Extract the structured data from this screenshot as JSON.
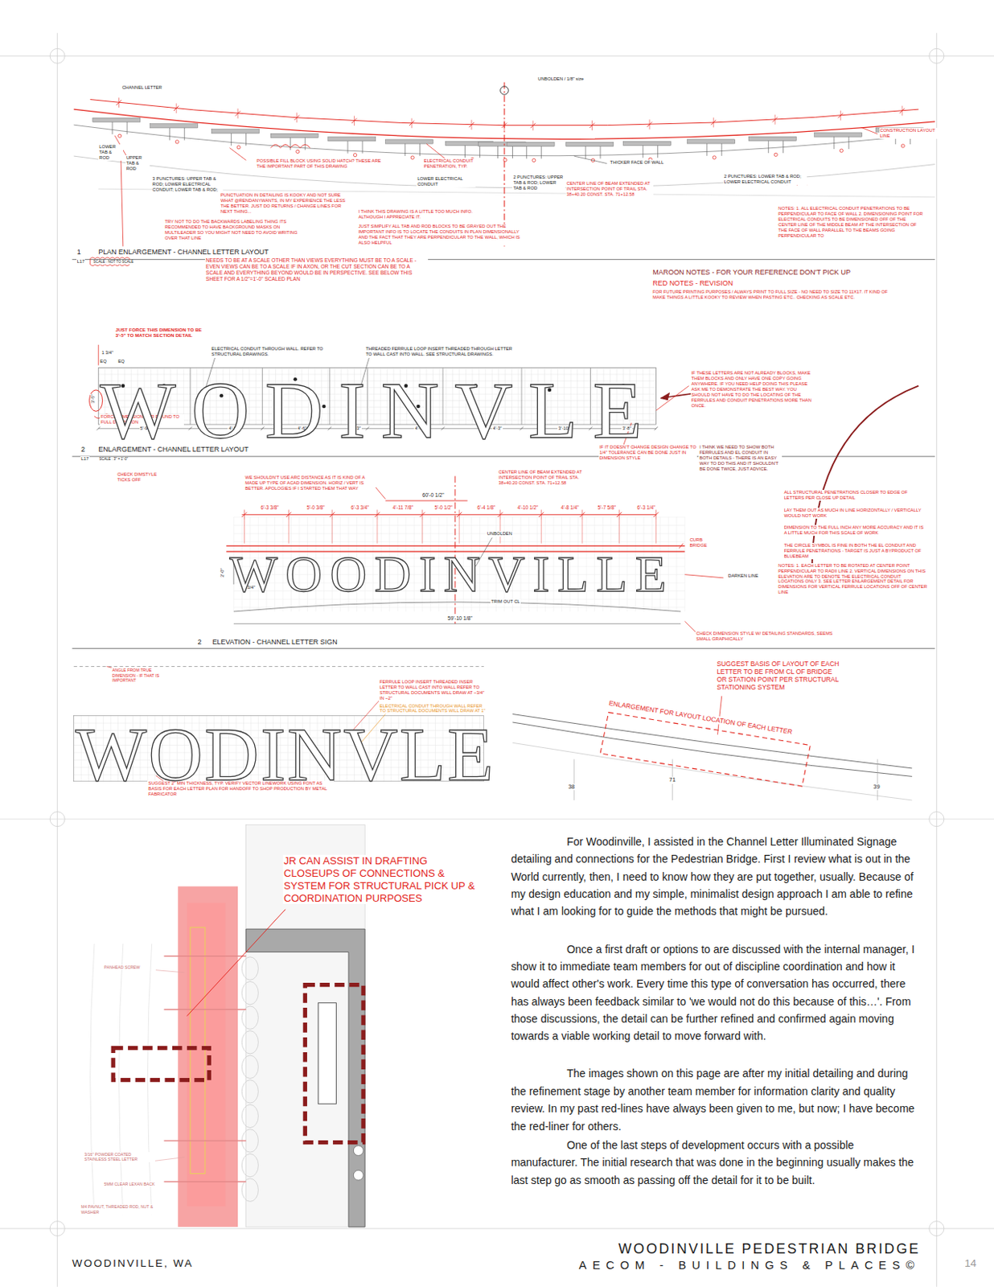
{
  "diagram": {
    "title": "WOODINVILLE PEDESTRIAN BRIDGE",
    "labels": [
      "CHANNEL LETTER",
      "UNBOLDEN / 1/8\" size",
      "CONSTRUCTION LAYOUT LINE",
      "LOWER TAB & ROD",
      "UPPER TAB & ROD",
      "POSSIBLE FILL BLOCK USING SOLID HATCH? THESE ARE THE IMPORTANT PART OF THIS DRAWING",
      "ELECTRICAL CONDUIT PENETRATION, TYP.",
      "THICKER FACE OF WALL",
      "LOWER ELECTRICAL CONDUIT",
      "3 PUNCTURES: UPPER TAB & ROD; LOWER ELECTRICAL CONDUIT; LOWER TAB & ROD;",
      "2 PUNCTURES: UPPER TAB & ROD; LOWER TAB & ROD",
      "CENTER LINE OF BEAM EXTENDED AT INTERSECTION POINT OF TRAIL STA. 38+40.20 CONST. STA. 71+12.58",
      "2 PUNCTURES: LOWER TAB & ROD; LOWER ELECTRICAL CONDUIT",
      "PUNCTUATION IN DETAILING IS KOOKY AND NOT SURE WHAT @RENDANYWANTS, IN MY EXPERIENCE THE LESS THE BETTER. JUST DO RETURNS / CHANGE LINES FOR NEXT THING...",
      "I THINK THIS DRAWING IS A LITTLE TOO MUCH INFO. ALTHOUGH I APPRECIATE IT.",
      "JUST SIMPLIFY ALL TAB AND ROD BLOCKS TO BE GRAYED OUT THE IMPORTANT INFO IS TO LOCATE THE CONDUITS IN PLAN DIMENSIONALLY AND THE FACT THAT THEY ARE PERPENDICULAR TO THE WALL, WHICH IS ALSO HELPFUL",
      "TRY NOT TO DO THE BACKWARDS LABELING THING ITS RECOMMENDED TO HAVE BACKGROUND MASKS ON MULTILEADER SO YOU MIGHT NOT NEED TO AVOID WRITING OVER THAT LINE",
      "NOTES: 1. ALL ELECTRICAL CONDUIT PENETRATIONS TO BE PERPENDICULAR TO FACE OF WALL 2. DIMENSIONING POINT FOR ELECTRICAL CONDUITS TO BE DIMENSIONED OFF OF THE CENTER LINE OF THE MIDDLE BEAM AT THE INTERSECTION OF THE FACE OF WALL PARALLEL TO THE BEAMS GOING PERPENDICULAR TO",
      "1",
      "PLAN ENLARGEMENT - CHANNEL LETTER LAYOUT",
      "L17",
      "SCALE : NOT TO SCALE",
      "NEEDS TO BE AT A SCALE OTHER THAN VIEWS EVERYTHING MUST BE TO A SCALE - EVEN VIEWS CAN BE TO A SCALE IF IN AXON, OR THE CUT SECTION CAN BE TO A SCALE AND EVERYTHING BEYOND WOULD BE IN PERSPECTIVE. SEE BELOW THIS SHEET FOR A 1/2\"=1'-0\" SCALED PLAN",
      "MAROON NOTES - FOR YOUR REFERENCE DON'T PICK UP",
      "RED NOTES - REVISION",
      "FOR FUTURE PRINTING PURPOSES / ALWAYS PRINT TO FULL SIZE - NO NEED TO SIZE TO 11X17. IT KIND OF MAKE THINGS A LITTLE KOOKY TO REVIEW WHEN PASTING ETC.. CHECKING AS SCALE ETC.",
      "JUST FORCE THIS DIMENSION TO BE 3'-5\" TO MATCH SECTION DETAIL",
      "ELECTRICAL CONDUIT THROUGH WALL. REFER TO STRUCTURAL DRAWINGS.",
      "THREADED FERRULE LOOP INSERT THREADED THROUGH LETTER TO WALL CAST INTO WALL. SEE STRUCTURAL DRAWINGS.",
      "1 3/4\"",
      "EQ",
      "EQ",
      "3'-5\"",
      "FORCE DIMENSIONS OR ROUND TO FULL DIMENSION",
      "5'-9\"",
      "4'-3\"",
      "4'-6\"",
      "2'-3\"",
      "4'-9\"",
      "4'-3\"",
      "3'-10\"",
      "3'-8\"",
      "IF THESE LETTERS ARE NOT ALREADY BLOCKS, MAKE THEM BLOCKS AND ONLY HAVE ONE COPY GOING ANYWHERE. IF YOU NEED HELP DOING THIS PLEASE ASK ME TO DEMONSTRATE THE BEST WAY. YOU SHOULD NOT HAVE TO DO THE LOCATING OF THE FERRULES AND CONDUIT PENETRATIONS MORE THAN ONCE.",
      "2",
      "ENLARGEMENT - CHANNEL LETTER LAYOUT",
      "L17",
      "SCALE : 3\" = 1'-0\"",
      "CHECK DIMSTYLE TICKS OFF",
      "IF IT DOESN'T CHANGE DESIGN CHANGE TO 1/4\" TOLERANCE CAN BE DONE JUST IN DIMENSION STYLE",
      "I THINK WE NEED TO SHOW BOTH FERRULES AND EL CONDUIT IN BOTH DETAILS - THERE IS AN EASY WAY TO DO THIS AND IT SHOULDN'T BE DONE TWICE, JUST ADVICE.",
      "WE SHOULDN'T USE ARC DISTANCE AS IT IS KIND OF A MADE UP TYPE OF ACAD DIMENSION. HORIZ / VERT IS BETTER. APOLOGIES IF I STARTED THEM THAT WAY",
      "CENTER LINE OF BEAM EXTENDED AT INTERSECTION POINT OF TRAIL STA. 38+40.20 CONST. STA. 71+12.58",
      "60'-0 1/2\"",
      "6'-3 3/8\"",
      "5'-0 3/8\"",
      "6'-3 3/4\"",
      "4'-11 7/8\"",
      "5'-0 1/2\"",
      "6'-4 1/8\"",
      "4'-10 1/2\"",
      "4'-8 1/4\"",
      "5'-7 5/8\"",
      "6'-3 1/4\"",
      "UNBOLDEN",
      "CURB BRIDGE",
      "2'-0\"",
      "1 3/4\"",
      "DARKEN LINE",
      "TRIM OUT CL",
      "59'-10 1/8\"",
      "ALL STRUCTURAL PENETRATIONS CLOSER TO EDGE OF LETTERS PER CLOSE UP DETAIL",
      "LAY THEM OUT AS MUCH IN LINE HORIZONTALLY / VERTICALLY WOULD NOT WORK",
      "DIMENSION TO THE FULL INCH ANY MORE ACCURACY AND IT IS A LITTLE MUCH FOR THIS SCALE OF WORK",
      "THE CIRCLE SYMBOL IS FINE IN BOTH THE EL CONDUIT AND FERRULE PENETRATIONS - TARGET IS JUST A BYPRODUCT OF BLUEBEAM",
      "NOTES: 1. EACH LETTER TO BE ROTATED AT CENTER POINT PERPENDICULAR TO RADII LINE 2. VERTICAL DIMENSIONS ON THIS ELEVATION ARE TO DENOTE THE ELECTRICAL CONDUIT LOCATIONS ONLY 3. SEE LETTER ENLARGEMENT DETAIL FOR DIMENSIONS FOR VERTICAL FERRULE LOCATIONS OFF OF CENTER LINE",
      "CHECK DIMENSION STYLE W/ DETAILING STANDARDS, SEEMS SMALL GRAPHICALLY",
      "2",
      "ELEVATION - CHANNEL LETTER SIGN",
      "ANGLE FROM TRUE DIMENSION - IF THAT IS IMPORTANT",
      "FERRULE LOOP INSERT THREADED INSER LETTER TO WALL CAST INTO WALL REFER TO STRUCTURAL DOCUMENTS WILL DRAW AT ~3/4\" IN ~2\"",
      "ELECTRICAL CONDUIT THROUGH WALL REFER TO STRUCTURAL DOCUMENTS WILL DRAW AT 1\"",
      "SUGGEST 2\" MIN THICKNESS, TYP. VERIFY VECTOR LINEWORK USING FONT AS BASIS FOR EACH LETTER PLAN FOR HANDOFF TO SHOP PRODUCTION BY METAL FABRICATOR",
      "SUGGEST BASIS OF LAYOUT OF EACH LETTER TO BE FROM CL OF BRIDGE OR STATION POINT PER STRUCTURAL STATIONING SYSTEM",
      "ENLARGEMENT FOR LAYOUT LOCATION OF EACH LETTER",
      "38",
      "71",
      "39",
      "JR CAN ASSIST IN DRAFTING CLOSEUPS OF CONNECTIONS & SYSTEM FOR STRUCTURAL PICK UP & COORDINATION PURPOSES",
      "PANHEAD SCREW",
      "3/16\" POWDER COATED STAINLESS STEEL LETTER",
      "5MM CLEAR LEXAN BACK",
      "M4 PAVNUT, THREADED ROD, NUT & WASHER",
      "For Woodinville, I assisted in the Channel Letter Illuminated Signage detailing and connections for the Pedestrian Bridge. First I review what is out in the World currently, then, I need to know how they are put together, usually. Because of my design education and my simple, minimalist design approach I am able to refine what I am looking for to guide the methods that might be pursued.",
      "Once a first draft or options to are discussed with the internal manager, I show it to immediate team members for out of discipline coordination and how it would affect other's work. Every time this type of conversation has occurred, there has always been feedback similar to 'we would not do this because of this…'. From those discussions, the detail can be further refined and confirmed again moving towards a viable working detail to move forward with.",
      "The images shown on this page are after my initial detailing and during the refinement stage by another team member for information clarity and quality review. In my past red-lines have always been given to me, but now; I have become the red-liner for others.",
      "One of the last steps of development occurs with a possible manufacturer. The initial research that was done in the beginning usually makes the last step go as smooth as passing off the detail for it to be built.",
      "WOODINVILLE, WA",
      "AECOM - BUILDINGS & PLACES©",
      "14",
      "WODINVLE",
      "WOODINVILLE",
      "WODINVLE"
    ]
  }
}
